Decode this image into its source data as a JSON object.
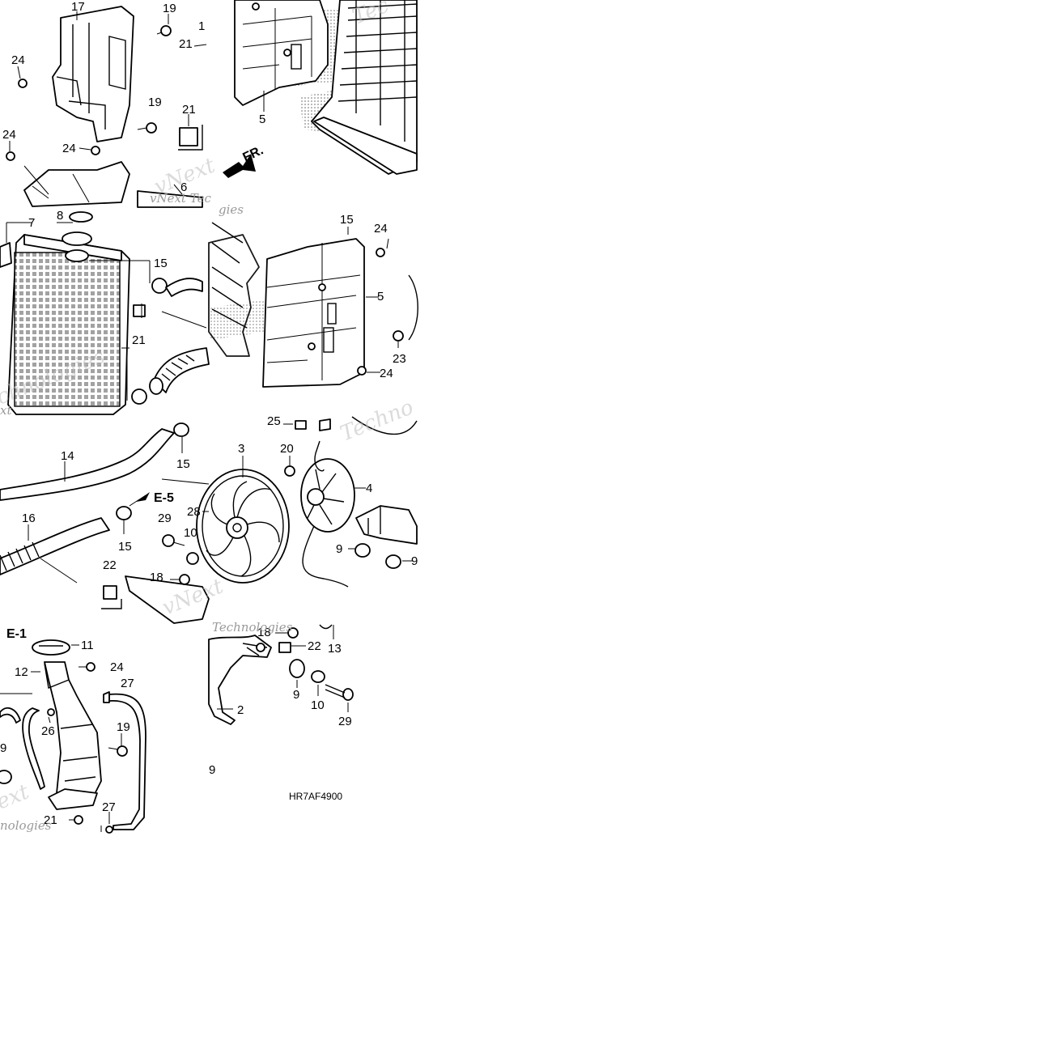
{
  "diagram": {
    "drawing_code": "HR7AF4900",
    "watermarks": [
      "vNext",
      "vNext Tec",
      "Technologies",
      "Techno",
      "Tec",
      "chnologies",
      "xt",
      "Technologies",
      "ext",
      "nologies",
      "Technologies",
      "gies"
    ],
    "callouts": {
      "c17": "17",
      "c19a": "19",
      "c24a": "24",
      "c1": "1",
      "c21a": "21",
      "c19b": "19",
      "c21b": "21",
      "c24b": "24",
      "c24c": "24",
      "c6": "6",
      "c5a": "5",
      "c15a": "15",
      "c7": "7",
      "c8": "8",
      "c15b": "15",
      "c21c": "21",
      "c24d": "24",
      "c5b": "5",
      "c23": "23",
      "c24e": "24",
      "c14": "14",
      "c15c": "15",
      "c16": "16",
      "c15d": "15",
      "c29a": "29",
      "c10a": "10",
      "c22a": "22",
      "c18a": "18",
      "c25": "25",
      "c20": "20",
      "c3": "3",
      "c4": "4",
      "c28": "28",
      "c9a": "9",
      "c9b": "9",
      "c11": "11",
      "c12": "12",
      "c24f": "24",
      "c27a": "27",
      "c26": "26",
      "c19c": "19",
      "c9c": "9",
      "c27b": "27",
      "c21d": "21",
      "c18b": "18",
      "c22b": "22",
      "c13": "13",
      "c2": "2",
      "c9d": "9",
      "c10b": "10",
      "c29b": "29",
      "c9e": "9"
    },
    "refs": {
      "e5": "E-5",
      "e1": "E-1",
      "fr": "FR."
    }
  }
}
